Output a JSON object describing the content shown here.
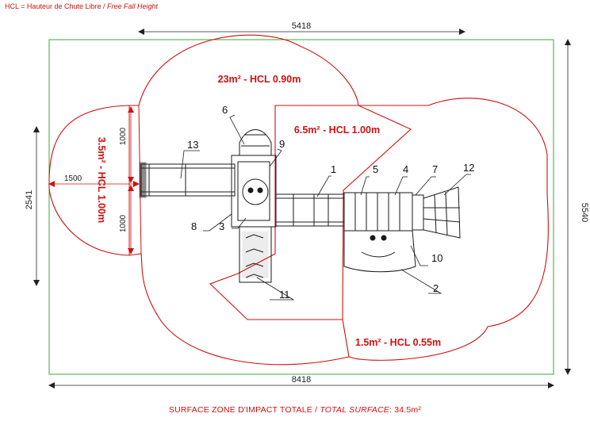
{
  "legend": {
    "abbr": "HCL = Hauteur de Chute Libre",
    "english": "Free Fall Height"
  },
  "dimensions": {
    "top_width": "5418",
    "total_width": "8418",
    "right_height": "5540",
    "left_height": "2541",
    "left_offset": "1500",
    "left_upper": "1000",
    "left_lower": "1000"
  },
  "zones": {
    "top": "23m² - HCL 0.90m",
    "middle": "6.5m² - HCL 1.00m",
    "left": "3.5m² - HCL 1.00m",
    "bottom": "1.5m² - HCL 0.55m"
  },
  "callouts": [
    "1",
    "2",
    "3",
    "4",
    "5",
    "6",
    "7",
    "8",
    "9",
    "10",
    "11",
    "12",
    "13"
  ],
  "footer": {
    "label": "SURFACE ZONE D'IMPACT TOTALE /",
    "label_en": "TOTAL SURFACE",
    "value": ": 34.5m²"
  },
  "colors": {
    "zone_line": "#d01010",
    "boundary": "#3aa83a",
    "drawing": "#1a1a1a"
  }
}
